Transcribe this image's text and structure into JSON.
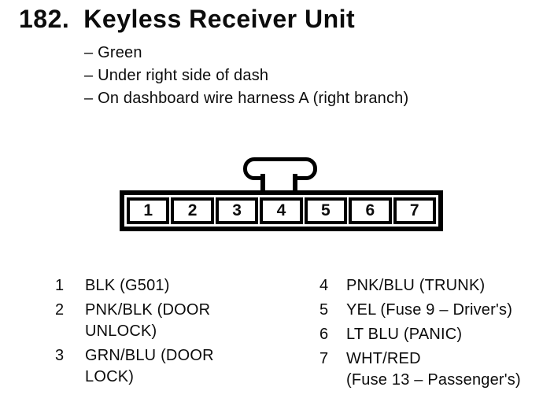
{
  "header": {
    "number": "182.",
    "title": "Keyless Receiver Unit"
  },
  "notes": [
    {
      "text": "– Green"
    },
    {
      "text": "– Under right side of dash"
    },
    {
      "text": "– On dashboard wire harness A (right branch)"
    }
  ],
  "connector": {
    "pins": [
      "1",
      "2",
      "3",
      "4",
      "5",
      "6",
      "7"
    ]
  },
  "pinout": {
    "left": [
      {
        "pin": "1",
        "desc": "BLK (G501)"
      },
      {
        "pin": "2",
        "desc": "PNK/BLK (DOOR\nUNLOCK)"
      },
      {
        "pin": "3",
        "desc": "GRN/BLU (DOOR\nLOCK)"
      }
    ],
    "right": [
      {
        "pin": "4",
        "desc": "PNK/BLU (TRUNK)"
      },
      {
        "pin": "5",
        "desc": "YEL (Fuse 9 – Driver's)"
      },
      {
        "pin": "6",
        "desc": "LT BLU (PANIC)"
      },
      {
        "pin": "7",
        "desc": "WHT/RED\n(Fuse 13 – Passenger's)"
      }
    ]
  },
  "colors": {
    "ink": "#0c0c0c",
    "paper": "#ffffff"
  }
}
